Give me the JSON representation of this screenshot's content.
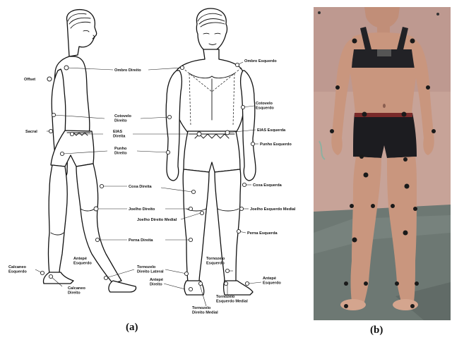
{
  "panel_a": {
    "caption": "(a)",
    "labels": {
      "offset": "Offset",
      "sacral": "Sacral",
      "calcaneo_esquerdo": "Calcaneo\nEsquerdo",
      "calcaneo_direito": "Calcaneo\nDireito",
      "ombro_direito": "Ombro Direito",
      "cotovelo_direito": "Cotovelo\nDireito",
      "eias_direita": "EIAS\nDireita",
      "punho_direito": "Punho\nDireito",
      "coxa_direita": "Coxa Direita",
      "joelho_direito": "Joelho Direito",
      "joelho_direito_medial": "Joelho Direito Medial",
      "perna_direita": "Perna Direita",
      "antepe_esquerdo_left": "Antepé\nEsquerdo",
      "tornozelo_direito_lateral": "Tornozelo\nDireito Lateral",
      "antepe_direito": "Antepé\nDireito",
      "tornozelo_direito_medial": "Tornozelo\nDireito Medial",
      "ombro_esquerdo": "Ombro Esquerdo",
      "cotovelo_esquerdo": "Cotovelo\nEsquerdo",
      "eias_esquerda": "EIAS Esquerda",
      "punho_esquerdo": "Punho Esquerdo",
      "coxa_esquerda": "Coxa Esquerda",
      "joelho_esquerdo_medial": "Joelho Esquerdo Medial",
      "perna_esquerda": "Perna Esquerda",
      "tornozelo_esquerdo": "Tornozelo\nEsquerdo",
      "antepe_esquerdo_right": "Antepé\nEsquerdo",
      "tornozelo_esquerdo_medial": "Tornozelo\nEsquerdo Medial"
    }
  },
  "panel_b": {
    "caption": "(b)"
  },
  "colors": {
    "wall": "#c9a59a",
    "floor": "#6f7a73",
    "skin": "#c9967e",
    "shorts": "#1c1c20",
    "harness": "#222226",
    "marker": "#1a1a1a"
  }
}
